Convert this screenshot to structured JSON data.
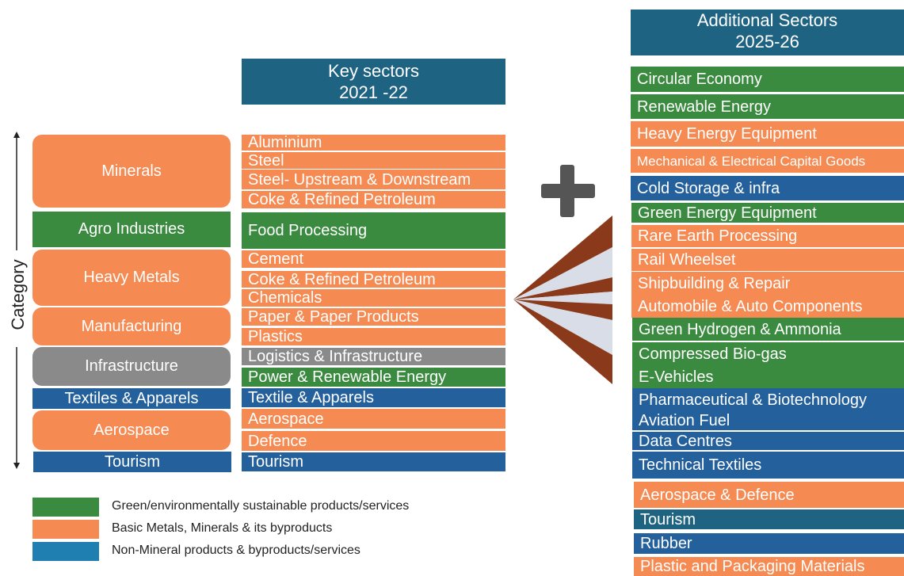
{
  "key_sectors_header": {
    "line1": "Key sectors",
    "line2": "2021 -22"
  },
  "additional_header": {
    "line1": "Additional Sectors",
    "line2": "2025-26"
  },
  "axis_label": "Category",
  "categories": [
    {
      "label": "Minerals",
      "color": "orange"
    },
    {
      "label": "Agro Industries",
      "color": "green"
    },
    {
      "label": "Heavy Metals",
      "color": "orange"
    },
    {
      "label": "Manufacturing",
      "color": "orange"
    },
    {
      "label": "Infrastructure",
      "color": "grey"
    },
    {
      "label": "Textiles & Apparels",
      "color": "blue"
    },
    {
      "label": "Aerospace",
      "color": "orange"
    },
    {
      "label": "Tourism",
      "color": "blue"
    }
  ],
  "key_sectors": [
    {
      "label": "Aluminium",
      "color": "orange"
    },
    {
      "label": "Steel",
      "color": "orange"
    },
    {
      "label": "Steel- Upstream & Downstream",
      "color": "orange"
    },
    {
      "label": "Coke & Refined Petroleum",
      "color": "orange"
    },
    {
      "label": "Food Processing",
      "color": "green"
    },
    {
      "label": "Cement",
      "color": "orange"
    },
    {
      "label": "Coke & Refined Petroleum",
      "color": "orange"
    },
    {
      "label": "Chemicals",
      "color": "orange"
    },
    {
      "label": "Paper & Paper Products",
      "color": "orange"
    },
    {
      "label": "Plastics",
      "color": "orange"
    },
    {
      "label": "Logistics & Infrastructure",
      "color": "grey"
    },
    {
      "label": "Power & Renewable Energy",
      "color": "green"
    },
    {
      "label": "Textile & Apparels",
      "color": "blue"
    },
    {
      "label": "Aerospace",
      "color": "orange"
    },
    {
      "label": "Defence",
      "color": "orange"
    },
    {
      "label": "Tourism",
      "color": "blue"
    }
  ],
  "additional_sectors": [
    {
      "label": "Circular Economy",
      "color": "green"
    },
    {
      "label": "Renewable Energy",
      "color": "green"
    },
    {
      "label": "Heavy Energy Equipment",
      "color": "orange"
    },
    {
      "label": "Mechanical & Electrical Capital Goods",
      "color": "orange"
    },
    {
      "label": "Cold Storage & infra",
      "color": "blue"
    },
    {
      "label": "Green Energy Equipment",
      "color": "green"
    },
    {
      "label": "Rare Earth Processing",
      "color": "orange"
    },
    {
      "label": "Rail Wheelset",
      "color": "orange"
    },
    {
      "label": "Shipbuilding & Repair",
      "color": "orange"
    },
    {
      "label": "Automobile & Auto Components",
      "color": "orange"
    },
    {
      "label": "Green Hydrogen & Ammonia",
      "color": "green"
    },
    {
      "label": "Compressed Bio-gas",
      "color": "green"
    },
    {
      "label": "E-Vehicles",
      "color": "green"
    },
    {
      "label": "Pharmaceutical & Biotechnology",
      "color": "blue"
    },
    {
      "label": "Aviation Fuel",
      "color": "blue"
    },
    {
      "label": "Data Centres",
      "color": "blue"
    },
    {
      "label": "Technical Textiles",
      "color": "blue"
    },
    {
      "label": "Aerospace & Defence",
      "color": "orange"
    },
    {
      "label": "Tourism",
      "color": "teal"
    },
    {
      "label": "Rubber",
      "color": "blue"
    },
    {
      "label": "Plastic and Packaging Materials",
      "color": "orange"
    }
  ],
  "legend": [
    {
      "label": "Green/environmentally sustainable products/services",
      "color": "#3a8a3f"
    },
    {
      "label": "Basic Metals, Minerals & its byproducts",
      "color": "#f58a52"
    },
    {
      "label": "Non-Mineral products & byproducts/services",
      "color": "#1f7fb0"
    }
  ],
  "plus_icon": "plus-icon",
  "fan_icon": "fan-arrow-icon"
}
